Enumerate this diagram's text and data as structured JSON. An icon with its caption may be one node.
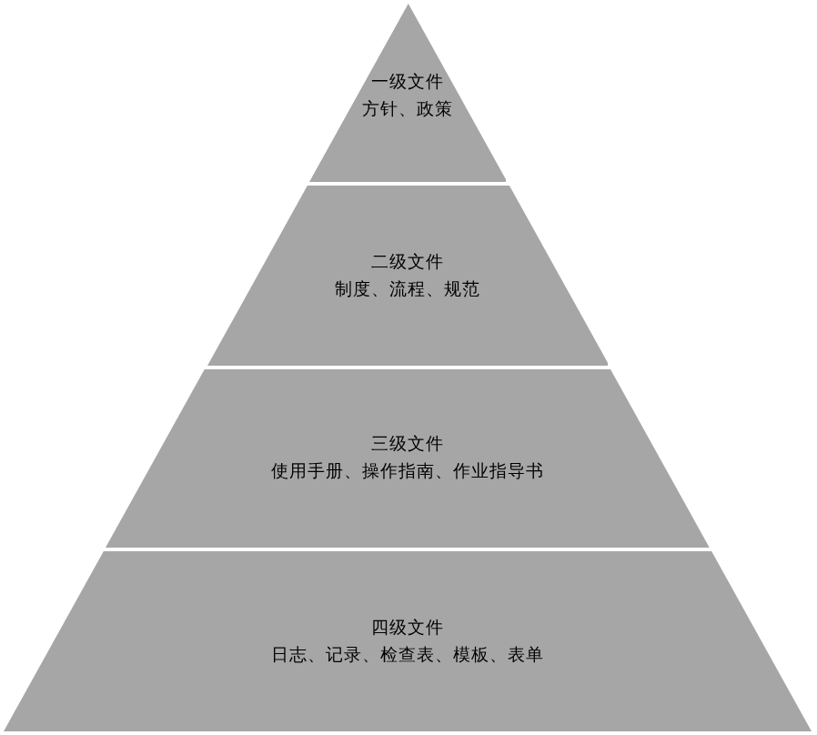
{
  "diagram": {
    "nodes": [
      {
        "text": [
          "一级文件",
          "方针、政策"
        ]
      },
      {
        "text": [
          "二级文件",
          "制度、流程、规范"
        ]
      },
      {
        "text": [
          "三级文件",
          "使用手册、操作指南、作业指导书"
        ]
      },
      {
        "text": [
          "四级文件",
          "日志、记录、检查表、模板、表单"
        ]
      }
    ]
  }
}
